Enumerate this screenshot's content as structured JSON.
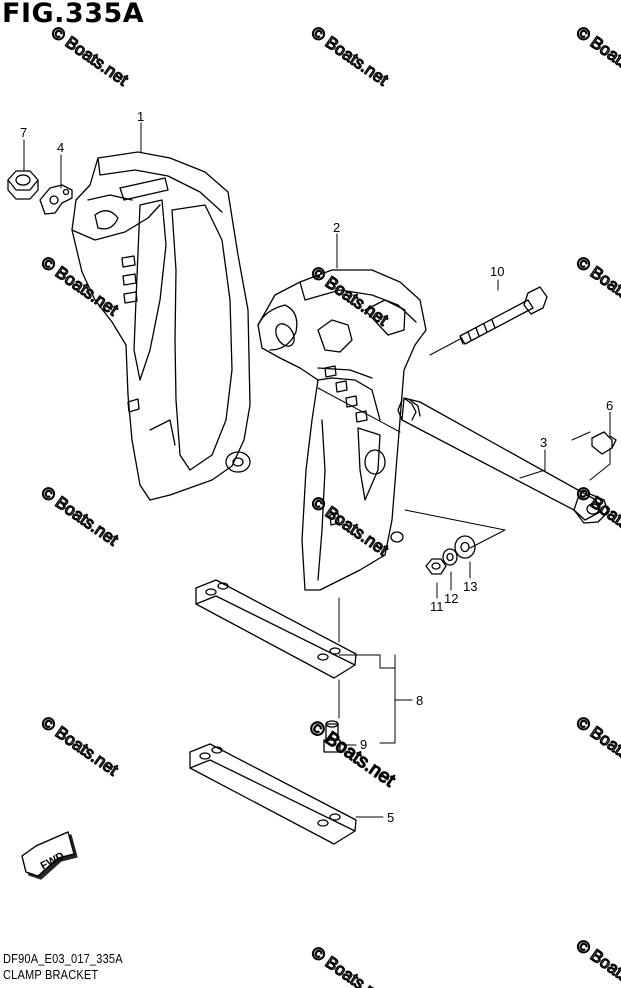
{
  "figure": {
    "title": "FIG.335A",
    "code": "DF90A_E03_017_335A",
    "caption": "CLAMP BRACKET"
  },
  "callouts": {
    "p1": "1",
    "p2": "2",
    "p3": "3",
    "p4": "4",
    "p5": "5",
    "p6": "6",
    "p7": "7",
    "p8": "8",
    "p9": "9",
    "p10": "10",
    "p11": "11",
    "p12": "12",
    "p13": "13"
  },
  "fwd_label": "FWD",
  "watermark": "© Boats.net",
  "colors": {
    "line": "#000000",
    "watermark": "#cfcfcf"
  }
}
